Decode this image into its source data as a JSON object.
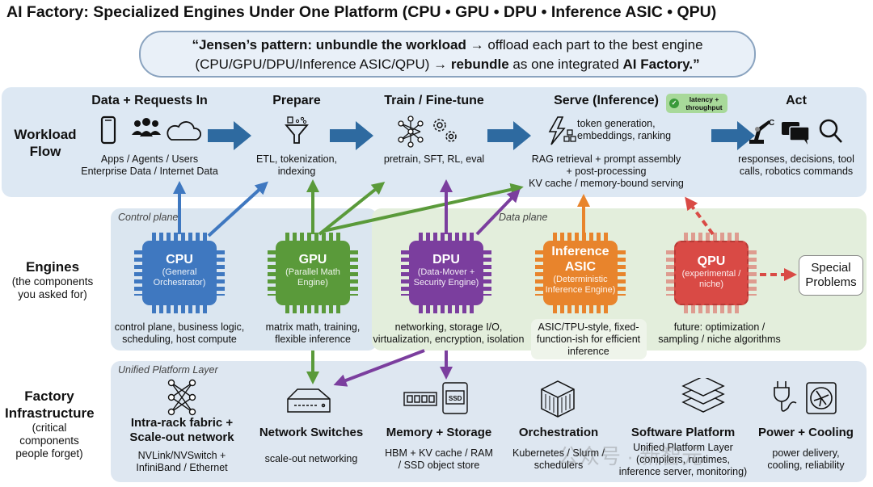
{
  "title": "AI Factory: Specialized Engines Under One Platform (CPU • GPU • DPU • Inference ASIC • QPU)",
  "quote": {
    "line1_bold": "“Jensen’s pattern: unbundle the workload",
    "line1_rest": " → offload each part to the best engine",
    "line2_a": "(CPU/GPU/DPU/Inference ASIC/QPU) → ",
    "line2_bold1": "rebundle",
    "line2_b": " as one integrated ",
    "line2_bold2": "AI Factory.”"
  },
  "workload": {
    "label_title": "Workload Flow",
    "stages": [
      {
        "title": "Data + Requests In",
        "desc1": "Apps / Agents / Users",
        "desc2": "Enterprise Data / Internet Data",
        "icons": [
          "phone-icon",
          "users-icon",
          "cloud-icon"
        ]
      },
      {
        "title": "Prepare",
        "desc1": "ETL, tokenization,",
        "desc2": "indexing",
        "icons": [
          "funnel-icon"
        ]
      },
      {
        "title": "Train / Fine-tune",
        "desc1": "pretrain, SFT, RL, eval",
        "desc2": "",
        "icons": [
          "neural-network-icon",
          "gears-icon"
        ]
      },
      {
        "title": "Serve (Inference)",
        "side1": "token generation,",
        "side2": "embeddings, ranking",
        "desc1": "RAG retrieval + prompt assembly",
        "desc2": "+ post-processing",
        "desc3": "KV cache / memory-bound serving",
        "badge1": "latency +",
        "badge2": "throughput",
        "icons": [
          "lightning-icon",
          "blocks-icon"
        ]
      },
      {
        "title": "Act",
        "desc1": "responses, decisions, tool",
        "desc2": "calls, robotics commands",
        "icons": [
          "robot-arm-icon",
          "chat-icon",
          "search-icon"
        ]
      }
    ]
  },
  "engines": {
    "label_title": "Engines",
    "label_sub": "(the components you asked for)",
    "control_plane": "Control plane",
    "data_plane": "Data plane",
    "chips": [
      {
        "name": "CPU",
        "sub": "(General Orchestrator)",
        "desc1": "control plane, business logic,",
        "desc2": "scheduling, host compute",
        "color": "#3f78c0"
      },
      {
        "name": "GPU",
        "sub": "(Parallel Math Engine)",
        "desc1": "matrix math, training,",
        "desc2": "flexible inference",
        "color": "#5a9a3a"
      },
      {
        "name": "DPU",
        "sub": "(Data-Mover + Security Engine)",
        "desc1": "networking, storage I/O,",
        "desc2": "virtualization, encryption, isolation",
        "color": "#7b3e9e"
      },
      {
        "name": "Inference ASIC",
        "sub": "(Deterministic Inference Engine)",
        "desc1": "ASIC/TPU-style, fixed-",
        "desc2": "function-ish for efficient",
        "desc3": "inference",
        "color": "#e8842c"
      },
      {
        "name": "QPU",
        "sub": "(experimental / niche)",
        "desc1": "future: optimization /",
        "desc2": "sampling / niche algorithms",
        "color": "#d94a45"
      }
    ],
    "special": "Special Problems"
  },
  "infrastructure": {
    "label_title": "Factory Infrastructure",
    "label_sub": "(critical components people forget)",
    "layer": "Unified Platform Layer",
    "items": [
      {
        "title1": "Intra-rack fabric +",
        "title2": "Scale-out network",
        "desc1": "NVLink/NVSwitch +",
        "desc2": "InfiniBand / Ethernet",
        "icon": "fabric-mesh-icon"
      },
      {
        "title1": "Network Switches",
        "desc1": "scale-out networking",
        "icon": "network-switch-icon"
      },
      {
        "title1": "Memory + Storage",
        "desc1": "HBM + KV cache / RAM",
        "desc2": "/ SSD object store",
        "icon": "memory-ssd-icon",
        "ssd_label": "SSD"
      },
      {
        "title1": "Orchestration",
        "desc1": "Kubernetes / Slurm /",
        "desc2": "schedulers",
        "icon": "container-icon"
      },
      {
        "title1": "Software Platform",
        "desc1": "Unified Platform Layer",
        "desc2": "(compilers, runtimes,",
        "desc3": "inference server, monitoring)",
        "icon": "layers-icon"
      },
      {
        "title1": "Power + Cooling",
        "desc1": "power delivery,",
        "desc2": "cooling, reliability",
        "icon": "plug-fan-icon"
      }
    ]
  },
  "watermark": "公众号 · 新智元",
  "colors": {
    "flow_arrow": "#2e6aa0",
    "cpu": "#3f78c0",
    "gpu": "#5a9a3a",
    "dpu": "#7b3e9e",
    "asic": "#e8842c",
    "qpu": "#d94a45"
  }
}
